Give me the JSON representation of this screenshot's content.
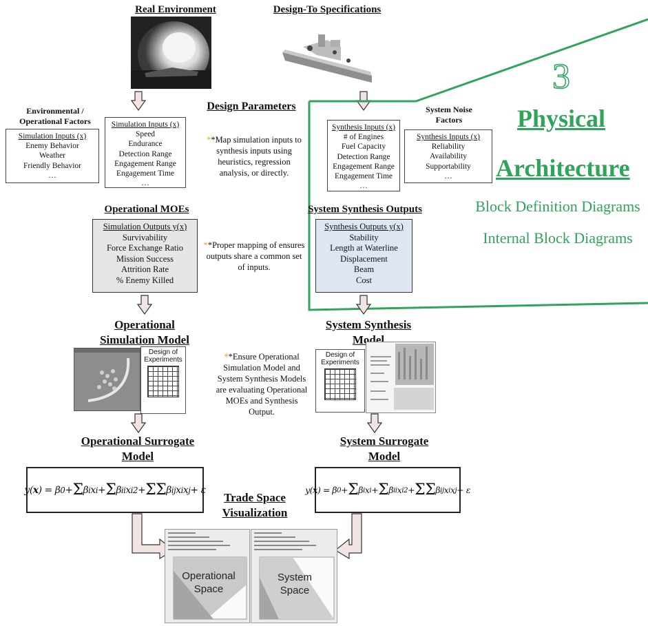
{
  "top": {
    "real_env": "Real Environment",
    "design_to": "Design-To Specifications"
  },
  "env_factors": {
    "title_1": "Environmental /",
    "title_2": "Operational Factors",
    "box_title": "Simulation  Inputs  (x)",
    "items": [
      "Enemy Behavior",
      "Weather",
      "Friendly Behavior",
      "…"
    ]
  },
  "sim_inputs": {
    "box_title": "Simulation  Inputs  (x)",
    "items": [
      "Speed",
      "Endurance",
      "Detection Range",
      "Engagement  Range",
      "Engagement  Time",
      "…"
    ]
  },
  "design_params": {
    "title": "Design Parameters",
    "note": [
      "*Map simulation inputs to",
      "synthesis inputs using",
      "heuristics, regression",
      "analysis, or directly."
    ]
  },
  "synth_inputs": {
    "box_title": "Synthesis  Inputs  (x)",
    "items": [
      "# of Engines",
      "Fuel Capacity",
      "Detection Range",
      "Engagement Range",
      "Engagement  Time",
      "…"
    ]
  },
  "noise": {
    "title_1": "System Noise",
    "title_2": "Factors",
    "box_title": "Synthesis  Inputs  (x)",
    "items": [
      "Reliability",
      "Availability",
      "Supportability",
      "…"
    ]
  },
  "physical": {
    "number": "3",
    "title_1": "Physical",
    "title_2": "Architecture",
    "sub_1": "Block Definition Diagrams",
    "sub_2": "Internal Block Diagrams",
    "color": "#2fa45a"
  },
  "op_moes": {
    "title": "Operational MOEs",
    "box_title": "Simulation Outputs y(x)",
    "items": [
      "Survivability",
      "Force Exchange  Ratio",
      "Mission Success",
      "Attrition Rate",
      "% Enemy Killed"
    ]
  },
  "mapping_note": [
    "*Proper mapping of ensures",
    "outputs share a common set",
    "of inputs."
  ],
  "sys_outputs": {
    "title": "System Synthesis Outputs",
    "box_title": "Synthesis Outputs y(x)",
    "items": [
      "Stability",
      "Length  at Waterline",
      "Displacement",
      "Beam",
      "Cost"
    ]
  },
  "op_sim_model": {
    "title_1": "Operational",
    "title_2": "Simulation  Model"
  },
  "sys_synth_model": {
    "title_1": "System Synthesis",
    "title_2": "Model"
  },
  "doe_label": [
    "Design of",
    "Experiments"
  ],
  "ensure_note": [
    "*Ensure Operational",
    "Simulation Model and",
    "System Synthesis Models",
    "are evaluating Operational",
    "MOEs and Synthesis",
    "Output."
  ],
  "op_surrogate": {
    "title_1": "Operational  Surrogate",
    "title_2": "Model"
  },
  "sys_surrogate": {
    "title_1": "System Surrogate",
    "title_2": "Model"
  },
  "trade_space": {
    "title_1": "Trade Space",
    "title_2": "Visualization"
  },
  "panels": {
    "left_1": "Operational",
    "left_2": "Space",
    "right_1": "System",
    "right_2": "Space"
  }
}
